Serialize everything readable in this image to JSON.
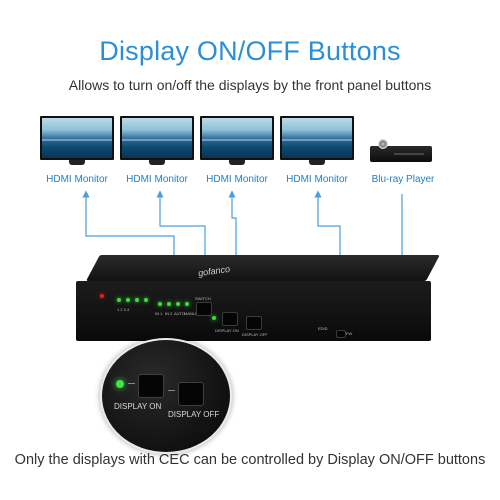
{
  "header": {
    "title": "Display ON/OFF Buttons",
    "subtitle": "Allows  to turn on/off the displays by the front panel buttons"
  },
  "monitors": [
    {
      "label": "HDMI Monitor"
    },
    {
      "label": "HDMI Monitor"
    },
    {
      "label": "HDMI Monitor"
    },
    {
      "label": "HDMI Monitor"
    }
  ],
  "source": {
    "label": "Blu-ray Player"
  },
  "device": {
    "brand": "gofanco",
    "panel_labels": {
      "switch": "SWITCH",
      "input1": "IN 1",
      "input2": "IN 2",
      "auto": "AUTO",
      "manual": "MANUAL",
      "display_on": "DISPLAY ON",
      "display_off": "DISPLAY OFF",
      "ports": "1  2  3  4",
      "edid": "EDID",
      "fw": "FW"
    }
  },
  "zoom": {
    "display_on_label": "DISPLAY ON",
    "display_off_label": "DISPLAY OFF"
  },
  "footer": {
    "text": "Only the displays with CEC can be controlled by Display ON/OFF buttons"
  },
  "colors": {
    "accent": "#2b8fd6",
    "label_blue": "#1f7fc8",
    "arrow_blue": "#4a9fe0",
    "led_green": "#3cdc3c",
    "led_red": "#e12020"
  }
}
